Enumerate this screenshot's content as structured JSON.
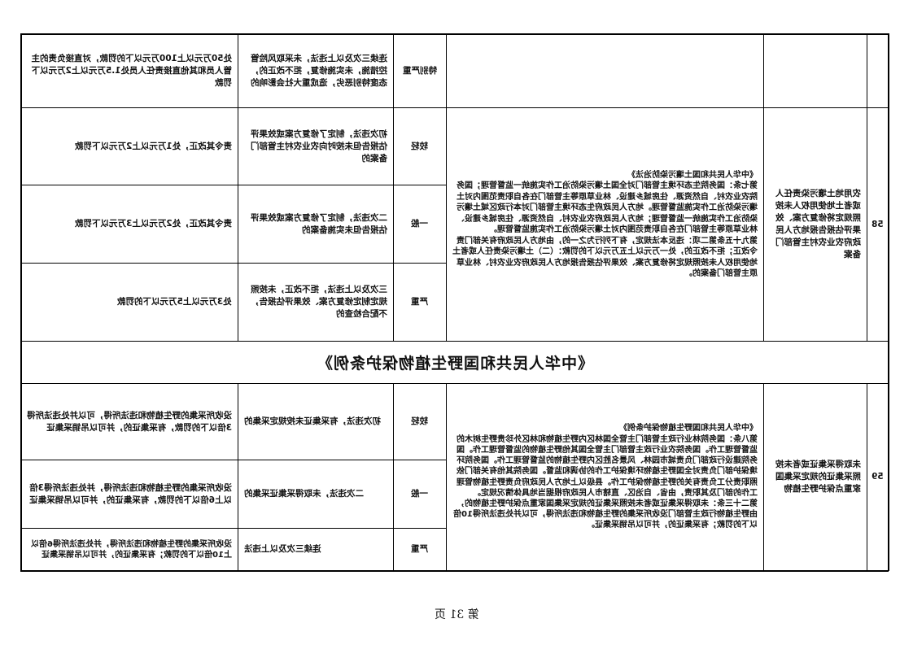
{
  "section_title": "《中华人民共和国野生植物保护条例》",
  "page_number": "第 31 页",
  "rows_top": {
    "r0": {
      "penalty": "处50万元以上100万元以下的罚款，对直接负责的主管人员和其他直接责任人员处1.5万元以上2万元以下罚款",
      "circumstance": "连续三次及以上违法，未采取风险管控措施，未实施修复，拒不改正的，态度特别恶劣，造成重大社会影响的",
      "level": "特别严重"
    },
    "item58": {
      "no": "58",
      "item": "农用地土壤污染责任人或者土地使用权人未按照规定将修复方案、效果评估报告报地方人民政府农业农村主管部门备案",
      "basis": "《中华人民共和国土壤污染防治法》\n第七条：国务院生态环境主管部门对全国土壤污染防治工作实施统一监督管理；国务院农业农村、自然资源、住房城乡建设、林业草原等主管部门在各自职责范围内对土壤污染防治工作实施监督管理。地方人民政府生态环境主管部门对本行政区域土壤污染防治工作实施统一监督管理；地方人民政府农业农村、自然资源、住房城乡建设、林业草原等主管部门在各自职责范围内对土壤污染防治工作实施监督管理。\n第九十五条第二项：违反本法规定，有下列行为之一的，由地方人民政府有关部门责令改正；拒不改正的，处一万元以上五万元以下的罚款：（二）土壤污染责任人或者土地使用权人未按照规定将修复方案、效果评估报告报地方人民政府农业农村、林业草原主管部门备案的。",
      "rows": [
        {
          "level": "较轻",
          "circumstance": "初次违法，制定了修复方案或效果评估报告但未按时向农业农村主管部门备案的",
          "penalty": "责令其改正，处1万元以上2万元以下罚款"
        },
        {
          "level": "一般",
          "circumstance": "二次违法，制定了修复方案或效果评估报告但未实施备案的",
          "penalty": "责令其改正，处2万元以上3万元以下罚款"
        },
        {
          "level": "严重",
          "circumstance": "三次及以上违法，拒不改正，未按照规定制定修复方案、效果评估报告，不配合检查的",
          "penalty": "处3万元以上5万元以下的罚款"
        }
      ]
    }
  },
  "item59": {
    "no": "59",
    "item": "未取得采集证或者未按照采集证的规定采集国家重点保护野生植物",
    "basis": "《中华人民共和国野生植物保护条例》\n第八条：国务院林业行政主管部门主管全国林区内野生植物和林区外珍贵野生树木的监督管理工作。国务院农业行政主管部门主管全国其他野生植物的监督管理工作。国务院建设行政部门负责城市园林、风景名胜区内野生植物的监督管理工作。国务院环境保护部门负责对全国野生植物环境保护工作的协调和监督。国务院其他有关部门依照职责分工负责有关的野生植物保护工作。县级以上地方人民政府负责野生植物管理工作的部门及其职责，由省、自治区、直辖市人民政府根据当地具体情况规定。\n第二十三条：未取得采集证或者未按照采集证的规定采集国家重点保护野生植物的，由野生植物行政主管部门没收所采集的野生植物和违法所得，可以并处违法所得10倍以下的罚款；有采集证的，并可以吊销采集证。",
    "rows": [
      {
        "level": "较轻",
        "circumstance": "初次违法，有采集证未按规定采集的",
        "penalty": "没收所采集的野生植物和违法所得，可以并处违法所得3倍以下的罚款，有采集证的，并可以吊销采集证"
      },
      {
        "level": "一般",
        "circumstance": "二次违法，未取得采集证采集的",
        "penalty": "没收所采集的野生植物和违法所得，并处违法所得3倍以上6倍以下的罚款，有采集证的，并可以吊销采集证"
      },
      {
        "level": "严重",
        "circumstance": "连续三次及以上违法",
        "penalty": "没收所采集的野生植物和违法所得，并处违法所得6倍以上10倍以下的罚款；有采集证的，并可以吊销采集证"
      }
    ]
  }
}
